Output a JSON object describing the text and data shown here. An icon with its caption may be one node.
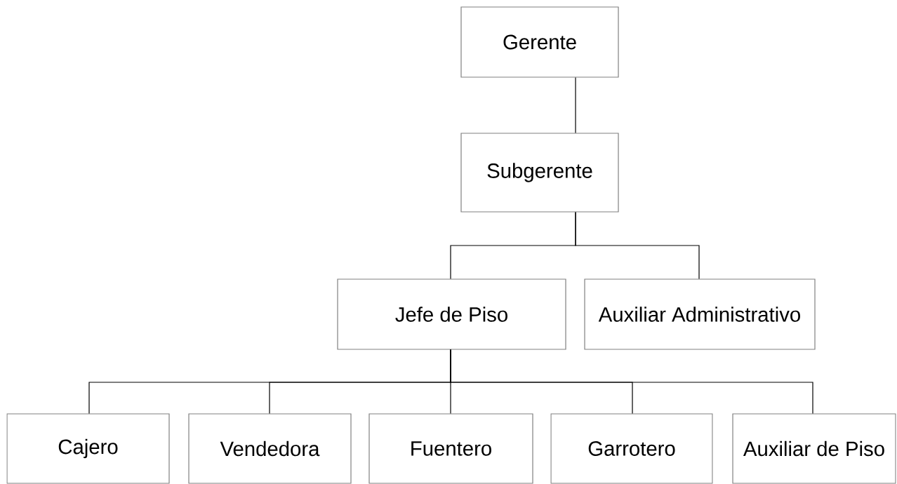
{
  "diagram": {
    "nodes": [
      {
        "text": [
          "Gerente"
        ]
      },
      {
        "text": [
          "Subgerente"
        ]
      },
      {
        "text": [
          "Jefe de Piso"
        ]
      },
      {
        "text": [
          "Auxiliar Administrativo"
        ]
      },
      {
        "text": [
          "Cajero"
        ]
      },
      {
        "text": [
          "Vendedora"
        ]
      },
      {
        "text": [
          "Fuentero"
        ]
      },
      {
        "text": [
          "Garrotero"
        ]
      },
      {
        "text": [
          "Auxiliar de Piso"
        ]
      }
    ],
    "edges": [
      {
        "from": 0,
        "to": 1,
        "arrow": "none"
      },
      {
        "from": 1,
        "to": 2,
        "arrow": "none"
      },
      {
        "from": 1,
        "to": 3,
        "arrow": "none"
      },
      {
        "from": 2,
        "to": 4,
        "arrow": "none"
      },
      {
        "from": 2,
        "to": 5,
        "arrow": "none"
      },
      {
        "from": 2,
        "to": 6,
        "arrow": "none"
      },
      {
        "from": 2,
        "to": 7,
        "arrow": "none"
      },
      {
        "from": 2,
        "to": 8,
        "arrow": "none"
      }
    ]
  }
}
